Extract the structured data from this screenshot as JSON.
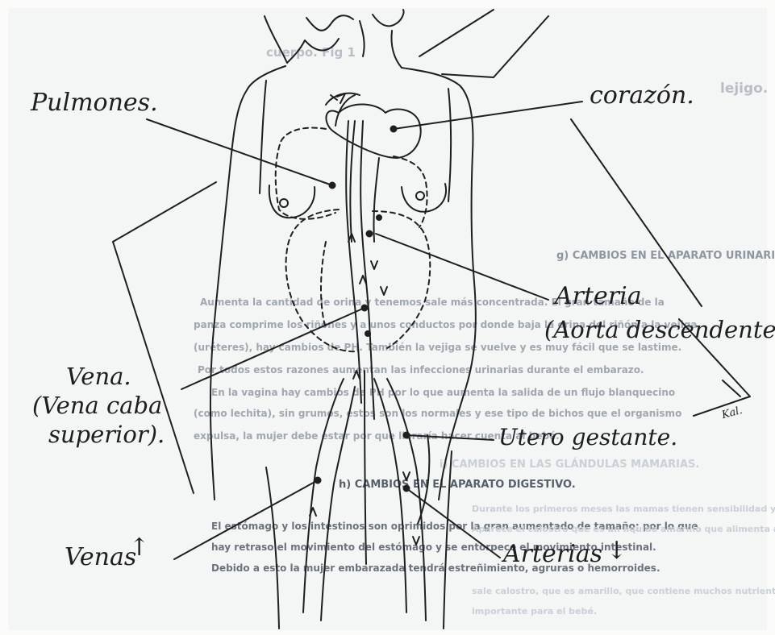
{
  "labels": {
    "pulmones": "Pulmones.",
    "corazon": "corazón.",
    "arteria_line1": "Arteria",
    "arteria_line2": "(Aorta descendente).",
    "vena_line1": "Vena.",
    "vena_line2": "(Vena caba",
    "vena_line3": "superior).",
    "utero": "Utero gestante.",
    "venas": "Venas",
    "arterias": "Arterias",
    "venas_arrow": "↑",
    "arterias_arrow": "↓",
    "signature": "Kal."
  },
  "background_text": {
    "header_fragment": "cuerpo. Fig 1",
    "side_fragment": "lejigo.",
    "section_g": "g)   CAMBIOS EN EL APARATO URINARIO",
    "para_g": [
      "Aumenta la cantidad de orina y tenemos sale más concentrada. El gran tamaño de la",
      "panza comprime los riñones y a unos conductos por donde baja la orina del riñón a la vejiga",
      "(uréteres), hay cambios de PH. También la vejiga se vuelve y es muy fácil que se lastime.",
      "Por todos estos razones aumentan las infecciones urinarias durante el embarazo.",
      "En la vagina hay cambios de PH por lo que aumenta la salida de un flujo blanquecino",
      "(como lechita), sin grumos, estos son los normales y ese tipo de bichos que el organismo",
      "expulsa, la mujer debe estar por que lloraría hacer cuenta al bebé."
    ],
    "section_h": "h)   CAMBIOS EN EL APARATO DIGESTIVO.",
    "para_h": [
      "El estómago y los intestinos son oprimidos por la gran aumentado de tamaño; por lo que",
      "hay retraso el movimiento del estómago y se entorpece el movimiento intestinal.",
      "Debido a esto la mujer embarazada tendrá estreñimiento, agruras o hemorroides."
    ],
    "section_i_faint": "i)   CAMBIOS EN LAS GLÁNDULAS MAMARIAS.",
    "para_i_faint": [
      "Durante los primeros meses las mamas tienen sensibilidad y se siente hormigueo.",
      "Aparece el calostro que es un líquido amarillo que alimenta al bebé. Los pezones de",
      "sale calostro, que es amarillo, que contiene muchos nutrientes, es el primer alimento",
      "importante para el bebé."
    ]
  }
}
